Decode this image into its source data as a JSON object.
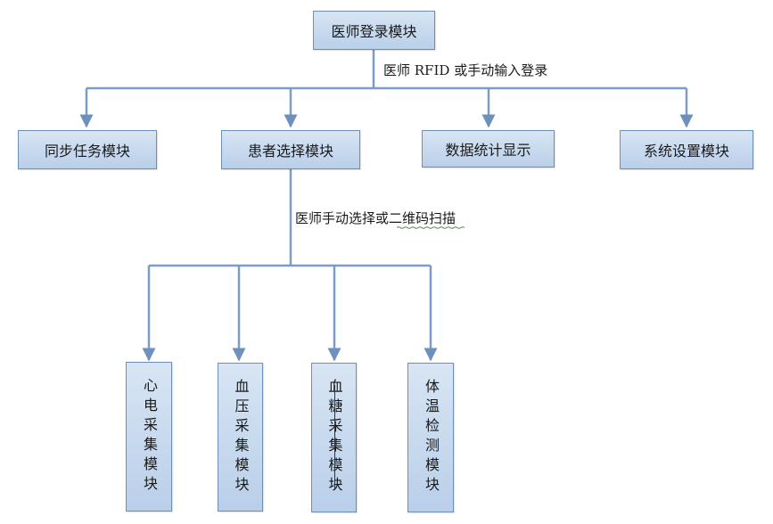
{
  "root": {
    "label": "医师登录模块"
  },
  "root_edge_label": "医师 RFID 或手动输入登录",
  "level1": [
    {
      "id": "sync",
      "label": "同步任务模块"
    },
    {
      "id": "patient",
      "label": "患者选择模块"
    },
    {
      "id": "stats",
      "label": "数据统计显示"
    },
    {
      "id": "settings",
      "label": "系统设置模块"
    }
  ],
  "patient_edge_label": "医师手动选择或二维码扫描",
  "level2": [
    {
      "id": "ecg",
      "label": "心电采集模块"
    },
    {
      "id": "bp",
      "label": "血压采集模块"
    },
    {
      "id": "glucose",
      "label": "血糖采集模块"
    },
    {
      "id": "temp",
      "label": "体温检测模块"
    }
  ],
  "colors": {
    "connector": "#7a9cc5",
    "box_border": "#6e8fb5",
    "box_fill_top": "#d8e5f4",
    "box_fill_bottom": "#b9cfe9"
  }
}
